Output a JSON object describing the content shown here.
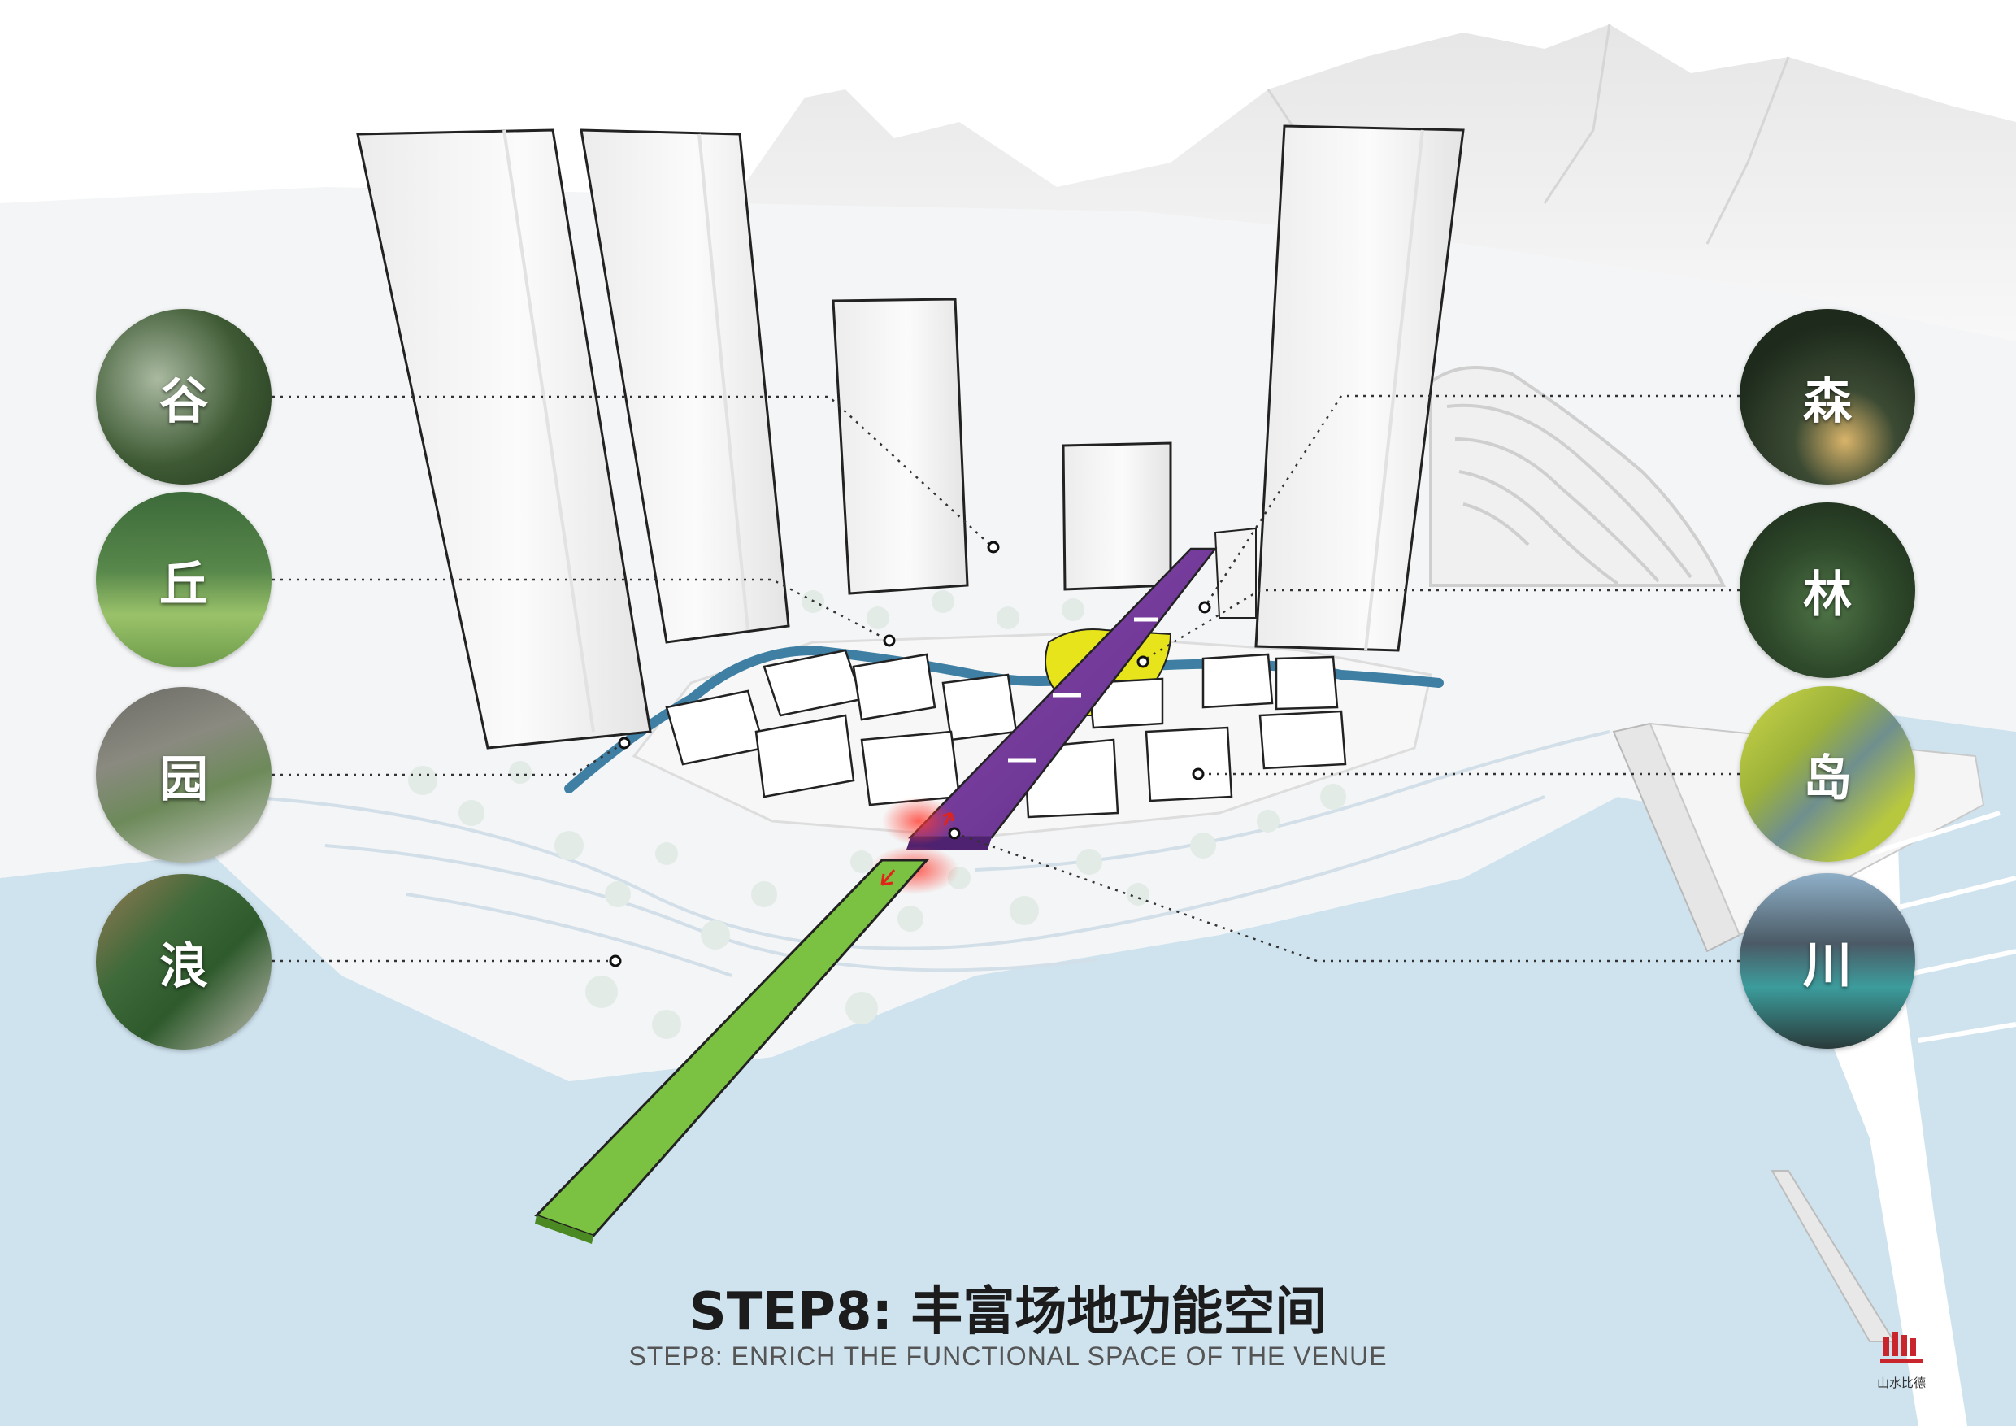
{
  "title": {
    "main": "STEP8: 丰富场地功能空间",
    "sub": "STEP8: ENRICH THE FUNCTIONAL SPACE OF THE VENUE"
  },
  "left_badges": [
    {
      "label": "谷"
    },
    {
      "label": "丘"
    },
    {
      "label": "园"
    },
    {
      "label": "浪"
    }
  ],
  "right_badges": [
    {
      "label": "森"
    },
    {
      "label": "林"
    },
    {
      "label": "岛"
    },
    {
      "label": "川"
    }
  ],
  "logo": {
    "text": "山水比德",
    "icon": "logo-bars-icon"
  },
  "colors": {
    "water": "#cfe3ef",
    "land": "#f4f6f7",
    "tower": "#f7f7f7",
    "green_bridge": "#7cc242",
    "purple_bridge": "#7b3f9e",
    "yellow_plaza": "#e8e41c",
    "river_blue": "#3e7fa3"
  }
}
